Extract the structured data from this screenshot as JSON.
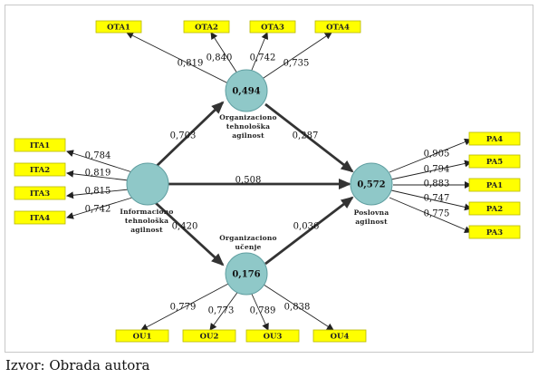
{
  "caption": "Izvor: Obrada autora",
  "constructs": {
    "ota": {
      "value": "0,494",
      "label": [
        "Organizaciono",
        "tehnološka",
        "agilnost"
      ]
    },
    "ita": {
      "value": "",
      "label": [
        "Informaciono",
        "tehnološka",
        "agilnost"
      ]
    },
    "ou": {
      "value": "0,176",
      "label": [
        "Organizaciono",
        "učenje"
      ]
    },
    "pa": {
      "value": "0,572",
      "label": [
        "Poslovna",
        "agilnost"
      ]
    }
  },
  "indicators": {
    "ota": [
      {
        "label": "OTA1",
        "loading": "0,819"
      },
      {
        "label": "OTA2",
        "loading": "0,840"
      },
      {
        "label": "OTA3",
        "loading": "0,742"
      },
      {
        "label": "OTA4",
        "loading": "0,735"
      }
    ],
    "ita": [
      {
        "label": "ITA1",
        "loading": "0,784"
      },
      {
        "label": "ITA2",
        "loading": "0,819"
      },
      {
        "label": "ITA3",
        "loading": "0,815"
      },
      {
        "label": "ITA4",
        "loading": "0,742"
      }
    ],
    "ou": [
      {
        "label": "OU1",
        "loading": "0,779"
      },
      {
        "label": "OU2",
        "loading": "0,773"
      },
      {
        "label": "OU3",
        "loading": "0,789"
      },
      {
        "label": "OU4",
        "loading": "0,838"
      }
    ],
    "pa": [
      {
        "label": "PA4",
        "loading": "0,905"
      },
      {
        "label": "PA5",
        "loading": "0,794"
      },
      {
        "label": "PA1",
        "loading": "0,883"
      },
      {
        "label": "PA2",
        "loading": "0,747"
      },
      {
        "label": "PA3",
        "loading": "0,775"
      }
    ]
  },
  "paths": {
    "ita_ota": "0,703",
    "ota_pa": "0,287",
    "ita_pa": "0,508",
    "ita_ou": "0,420",
    "ou_pa": "0,036"
  }
}
